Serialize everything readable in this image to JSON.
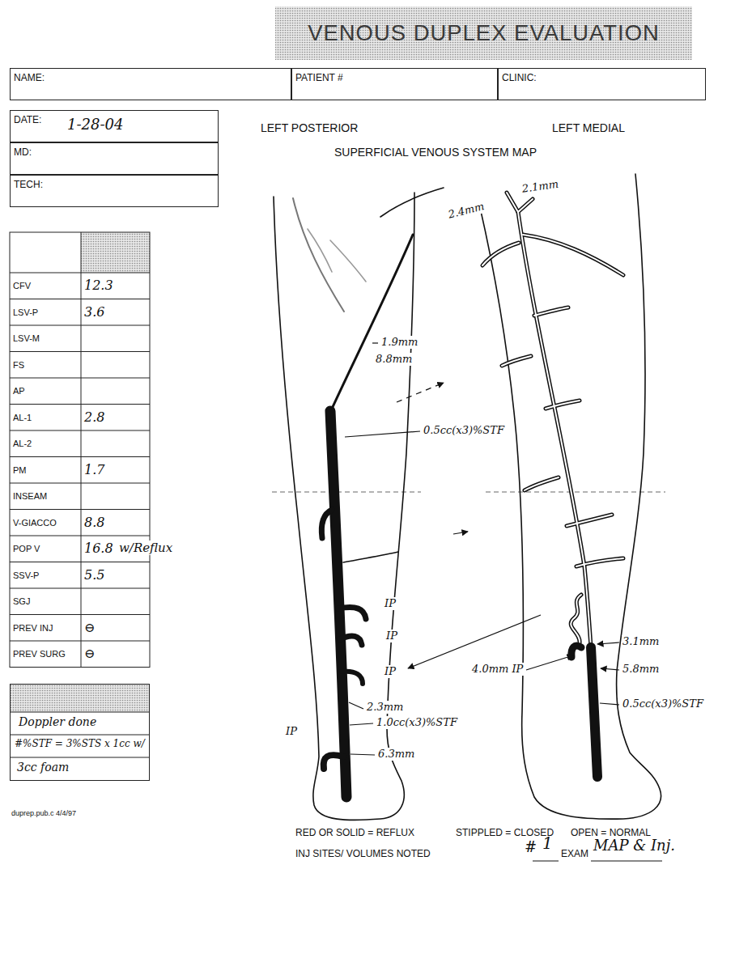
{
  "diagram": {
    "title": "VENOUS DUPLEX EVALUATION",
    "nodes": [
      {
        "text": [
          "NAME:"
        ]
      },
      {
        "text": [
          "PATIENT #"
        ]
      },
      {
        "text": [
          "CLINIC:"
        ]
      },
      {
        "text": [
          "DATE:",
          "1-28-04"
        ]
      },
      {
        "text": [
          "MD:"
        ]
      },
      {
        "text": [
          "TECH:"
        ]
      },
      {
        "text": [
          "Doppler done",
          "#%STF = 3%STS x 1cc w/",
          "3cc foam"
        ]
      }
    ],
    "labels": [
      "LEFT POSTERIOR",
      "LEFT MEDIAL",
      "SUPERFICIAL VENOUS SYSTEM MAP",
      "2.4mm",
      "2.1mm",
      "1.9mm",
      "8.8mm",
      "0.5cc(x3)%STF",
      "IP",
      "IP",
      "IP",
      "2.3mm",
      "1.0cc(x3)%STF",
      "IP",
      "6.3mm",
      "3.1mm",
      "4.0mm IP",
      "5.8mm",
      "0.5cc(x3)%STF",
      "CFV",
      "12.3",
      "LSV-P",
      "3.6",
      "LSV-M",
      "FS",
      "AP",
      "AL-1",
      "2.8",
      "AL-2",
      "PM",
      "1.7",
      "INSEAM",
      "V-GIACCO",
      "8.8",
      "POP V",
      "16.8",
      "w/Reflux",
      "SSV-P",
      "5.5",
      "SGJ",
      "PREV INJ",
      "⊖",
      "PREV SURG",
      "⊖",
      "duprep.pub.c 4/4/97",
      "RED OR SOLID = REFLUX",
      "STIPPLED = CLOSED",
      "OPEN = NORMAL",
      "INJ SITES/ VOLUMES NOTED",
      "#",
      "1",
      "EXAM",
      "MAP & Inj."
    ]
  }
}
